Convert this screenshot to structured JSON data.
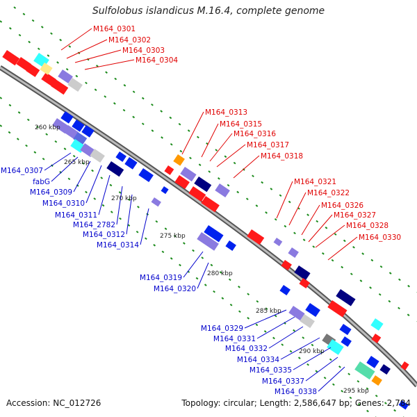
{
  "title": "Sulfolobus islandicus M.16.4, complete genome",
  "footer": {
    "accession": "Accession: NC_012726",
    "summary": "Topology: circular; Length: 2,586,647 bp; Genes: 2,784"
  },
  "colors": {
    "forward_label": "#e00000",
    "reverse_label": "#0000cc",
    "backbone": "#777777",
    "tick": "#1a8a1a"
  },
  "kbp_labels": [
    "260 kbp",
    "265 kbp",
    "270 kbp",
    "275 kbp",
    "280 kbp",
    "285 kbp",
    "290 kbp",
    "295 kbp"
  ],
  "forward_genes": [
    "M164_0301",
    "M164_0302",
    "M164_0303",
    "M164_0304",
    "M164_0313",
    "M164_0315",
    "M164_0316",
    "M164_0317",
    "M164_0318",
    "M164_0321",
    "M164_0322",
    "M164_0326",
    "M164_0327",
    "M164_0328",
    "M164_0330"
  ],
  "reverse_genes": [
    "M164_0307",
    "fabG",
    "M164_0309",
    "M164_0310",
    "M164_0311",
    "M164_2782",
    "M164_0312",
    "M164_0314",
    "M164_0319",
    "M164_0320",
    "M164_0329",
    "M164_0331",
    "M164_0332",
    "M164_0334",
    "M164_0335",
    "M164_0337",
    "M164_0338"
  ]
}
